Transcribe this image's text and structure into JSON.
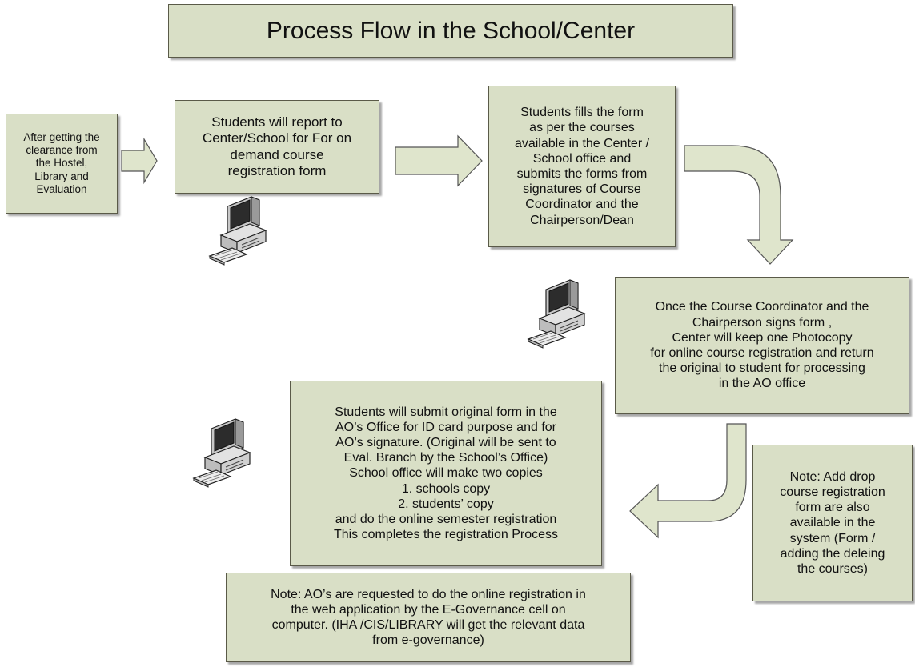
{
  "title": "Process Flow in the School/Center",
  "steps": [
    {
      "id": "box1",
      "text": "After getting the\nclearance from\nthe Hostel,\nLibrary and\nEvaluation"
    },
    {
      "id": "box2",
      "text": "Students will report to\nCenter/School for For on\ndemand course\nregistration form"
    },
    {
      "id": "box3",
      "text": "Students fills the form\nas per the courses\navailable in the Center /\nSchool office and\nsubmits the forms from\nsignatures  of Course\nCoordinator and the\nChairperson/Dean"
    },
    {
      "id": "box4",
      "text": "Once the Course Coordinator and the\nChairperson signs form ,\nCenter will keep one Photocopy\nfor online course registration and return\nthe original to student for processing\nin the AO office"
    },
    {
      "id": "box5",
      "text": "Students will submit original form  in the\nAO’s Office  for ID card purpose and for\nAO’s signature. (Original will be  sent to\nEval. Branch by the School’s Office)\nSchool office will make two copies\n1. schools copy\n2. students’ copy\nand do the online semester registration\nThis completes the registration Process"
    }
  ],
  "notes": [
    {
      "id": "box6",
      "text": "Note: Add drop\ncourse registration\nform are also\navailable in the\nsystem (Form /\nadding the deleing\nthe courses)"
    },
    {
      "id": "box7",
      "text": "Note:  AO’s are requested to do the online registration in\nthe web application by the E-Governance cell on\ncomputer. (IHA /CIS/LIBRARY  will get the relevant data\nfrom e-governance)"
    }
  ],
  "colors": {
    "box_fill": "#d9dfc6",
    "border": "#5a5a48",
    "arrow_fill": "#dfe5cc"
  },
  "icons": [
    "computer-icon",
    "computer-icon",
    "computer-icon"
  ]
}
